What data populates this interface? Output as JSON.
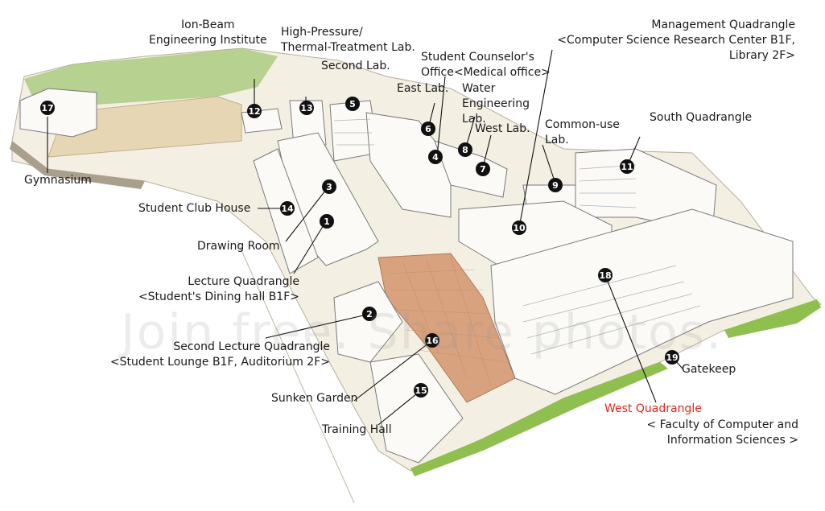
{
  "watermark": "Join free. Share photos.",
  "labels": {
    "ion_beam": "Ion-Beam\nEngineering Institute",
    "high_pressure": "High-Pressure/\nThermal-Treatment Lab.",
    "second_lab": "Second Lab.",
    "management": "Management Quadrangle\n<Computer Science Research Center B1F,\nLibrary 2F>",
    "counselor": "Student Counselor's\nOffice<Medical office>",
    "east_lab": "East Lab.",
    "water": "Water\nEngineering\nLab.",
    "west_lab": "West Lab.",
    "common_use": "Common-use\nLab.",
    "south_quad": "South Quadrangle",
    "gymnasium": "Gymnasium",
    "club_house": "Student Club House",
    "drawing_room": "Drawing Room",
    "lecture_quad": "Lecture Quadrangle\n<Student's Dining hall B1F>",
    "second_lecture": "Second Lecture Quadrangle\n<Student Lounge B1F, Auditorium 2F>",
    "sunken_garden": "Sunken Garden",
    "training_hall": "Training Hall",
    "gatekeep": "Gatekeep",
    "west_quad": "West Quadrangle",
    "faculty": "< Faculty of Computer and\nInformation Sciences >"
  },
  "markers": [
    "1",
    "2",
    "3",
    "4",
    "5",
    "6",
    "7",
    "8",
    "9",
    "10",
    "11",
    "12",
    "13",
    "14",
    "15",
    "16",
    "17",
    "18",
    "19"
  ],
  "colors": {
    "marker": "#111111",
    "accent": "#e0281e",
    "grass": "#8fbf4e",
    "paving": "#d9a27e"
  }
}
